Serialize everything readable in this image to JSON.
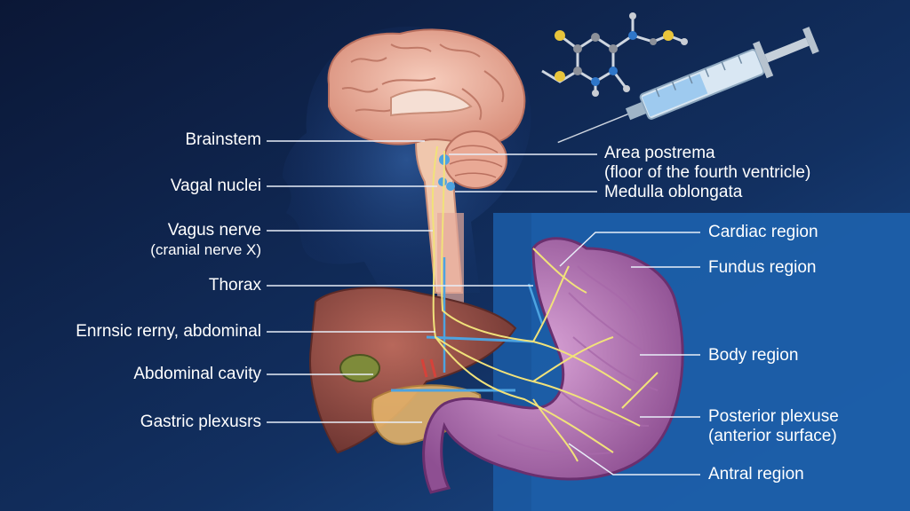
{
  "colors": {
    "background_top": "#0d1b3d",
    "background_bottom": "#1c4a8a",
    "panel": "#1d5aa0",
    "leader_line": "#e8eef8",
    "nerve": "#f1e27a",
    "brain": "#f1b7a3",
    "stomach": "#c58bc4",
    "liver": "#a0574e"
  },
  "labels_left": [
    {
      "text": "Brainstem"
    },
    {
      "text": "Vagal nuclei"
    },
    {
      "text": "Vagus nerve",
      "sub": "(cranial nerve X)"
    },
    {
      "text": "Thorax"
    },
    {
      "text": "Enrnsic rerny, abdominal"
    },
    {
      "text": "Abdominal cavity"
    },
    {
      "text": "Gastric plexusrs"
    }
  ],
  "labels_right": [
    {
      "text": "Area postrema",
      "sub": "(floor of the fourth ventricle)"
    },
    {
      "text": "Medulla oblongata"
    },
    {
      "text": "Cardiac region"
    },
    {
      "text": "Fundus region"
    },
    {
      "text": "Body region"
    },
    {
      "text": "Posterior plexuse",
      "sub": "(anterior surface)"
    },
    {
      "text": "Antral region"
    }
  ],
  "icons": {
    "molecule": "molecule-icon",
    "syringe": "syringe-icon"
  }
}
